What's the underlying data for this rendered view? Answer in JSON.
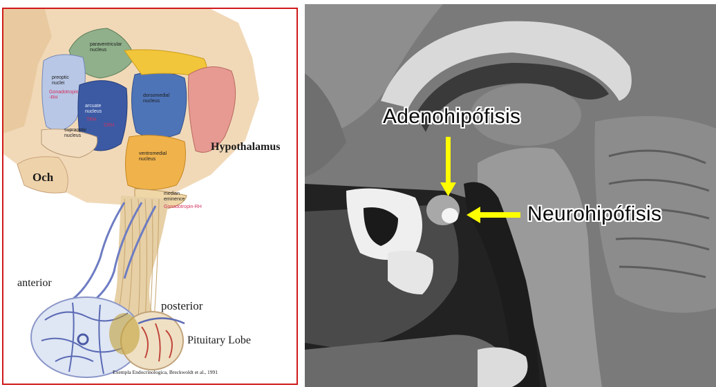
{
  "illustration": {
    "labels": {
      "och": "Och",
      "hypothalamus": "Hypothalamus",
      "anterior": "anterior",
      "posterior": "posterior",
      "pituitary_lobe": "Pituitary Lobe",
      "credit": "Exempla Endocrinologica, Breckwoldt et al., 1991"
    },
    "nuclei": {
      "paraventricular": "paraventricular\nnucleus",
      "preoptic": "preoptic\nnuclei",
      "arcuate": "arcuate\nnucleus",
      "dorsomedial": "dorsomedial\nnucleus",
      "supraoptic": "supraoptic\nnucleus",
      "ventromedial": "ventromedial\nnucleus",
      "median_eminence": "median\neminence"
    },
    "hormones": {
      "gonadotropin_rh_preoptic": "Gonadotropin\n-RH",
      "trh": "TRH",
      "crh": "CRH",
      "gonadotropin_rh_median": "Gonadotropin-RH"
    }
  },
  "mri": {
    "adenohipofisis": "Adenohipófisis",
    "neurohipofisis": "Neurohipófisis",
    "arrow_color": "#ffff00"
  }
}
